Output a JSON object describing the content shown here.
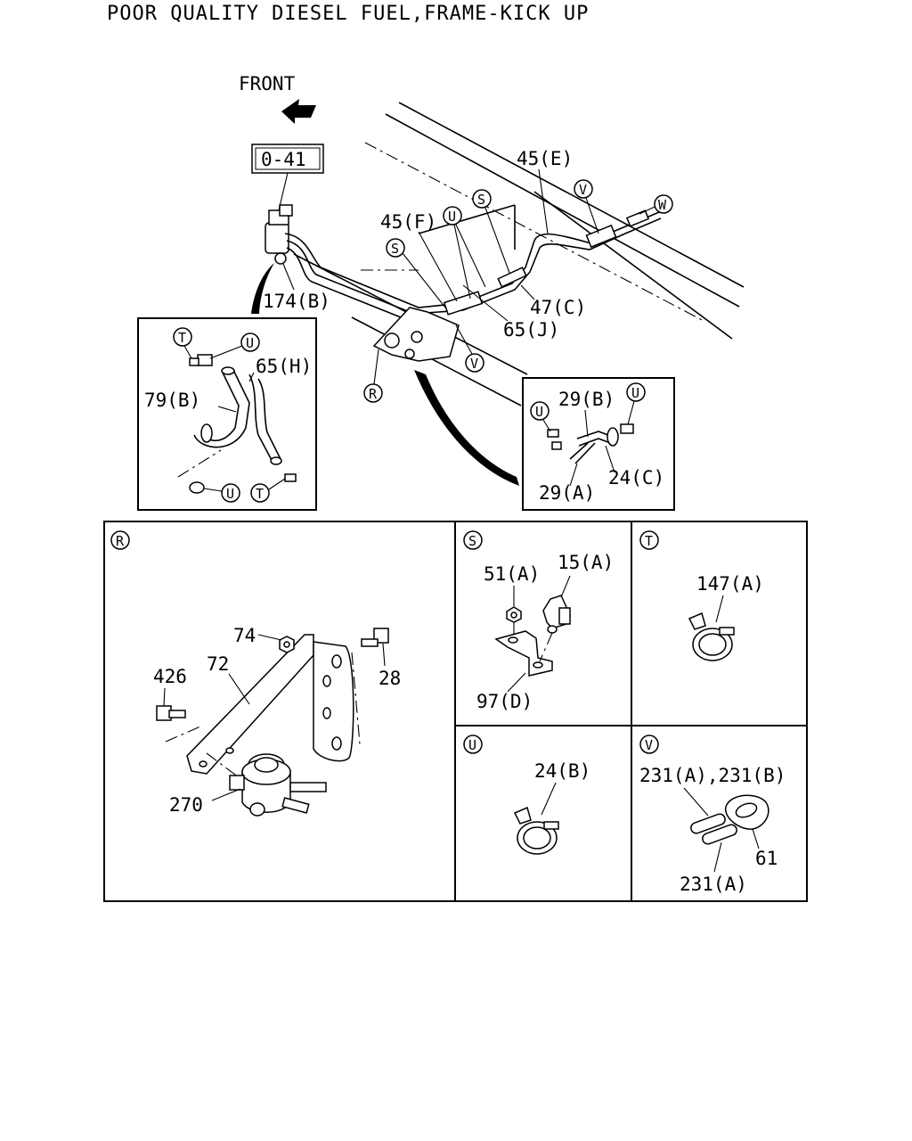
{
  "title": "POOR QUALITY DIESEL FUEL,FRAME-KICK UP",
  "front_label": "FRONT",
  "ref_box": "0-41",
  "main_labels": {
    "p45e": "45(E)",
    "p45f": "45(F)",
    "p174b": "174(B)",
    "p47c": "47(C)",
    "p65j": "65(J)"
  },
  "main_callouts": {
    "s1": "S",
    "s2": "S",
    "u1": "U",
    "v1": "V",
    "v2": "V",
    "w": "W",
    "r": "R"
  },
  "inset_left": {
    "p65h": "65(H)",
    "p79b": "79(B)",
    "t1": "T",
    "u1": "U",
    "u2": "U",
    "t2": "T"
  },
  "inset_right": {
    "p29b": "29(B)",
    "p24c": "24(C)",
    "p29a": "29(A)",
    "u1": "U",
    "u2": "U"
  },
  "detail_r": {
    "letter": "R",
    "p74": "74",
    "p72": "72",
    "p28": "28",
    "p426": "426",
    "p270": "270"
  },
  "detail_s": {
    "letter": "S",
    "p51a": "51(A)",
    "p15a": "15(A)",
    "p97d": "97(D)"
  },
  "detail_t": {
    "letter": "T",
    "p147a": "147(A)"
  },
  "detail_u": {
    "letter": "U",
    "p24b": "24(B)"
  },
  "detail_v": {
    "letter": "V",
    "p231ab": "231(A),231(B)",
    "p61": "61",
    "p231a": "231(A)"
  }
}
